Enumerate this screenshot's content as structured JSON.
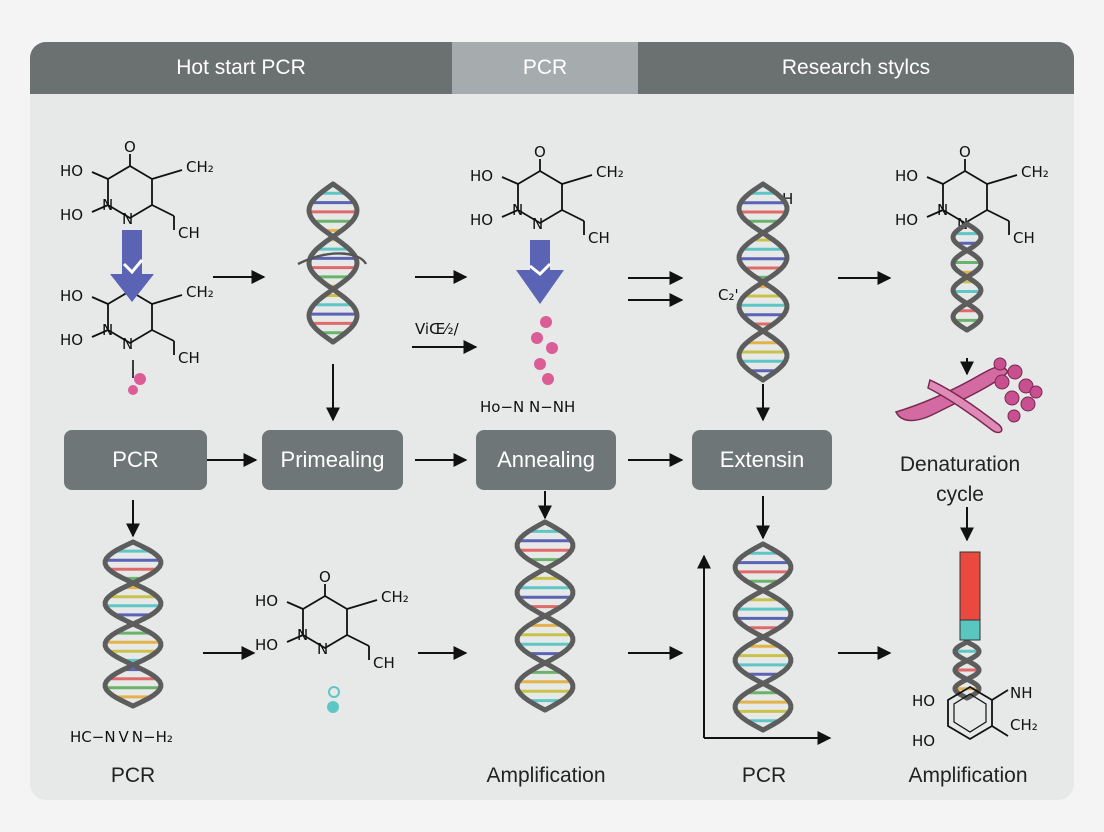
{
  "tabs": [
    "Hot start PCR",
    "PCR",
    "Research stylcs"
  ],
  "steps": {
    "pcr": "PCR",
    "primealing": "Primealing",
    "annealing": "Annealing",
    "extension": "Extensin"
  },
  "labels": {
    "denaturation": "Denaturation cycle",
    "bottom_pcr_left": "PCR",
    "amplification_mid": "Amplification",
    "bottom_pcr_right": "PCR",
    "amplification_right": "Amplification"
  },
  "chem": {
    "o": "O",
    "ho": "HO",
    "n": "N",
    "ch2": "CH₂",
    "ch": "CH",
    "nh": "NH",
    "vitk2": "ViŒ⁄₂/",
    "c2": "C₂'",
    "h": "H",
    "hnnnh": "Ho−N  N−NH",
    "hcnvnh2": "HC−N V N−H₂"
  },
  "colors": {
    "accent_blue": "#5b63b5",
    "bead_pink": "#dc5c95",
    "bead_cyan": "#5fc6c6",
    "protein_pink": "#d46aa2",
    "bar_red": "#ea4a3d",
    "bar_teal": "#59c7c0",
    "step_box": "#6e7677"
  }
}
